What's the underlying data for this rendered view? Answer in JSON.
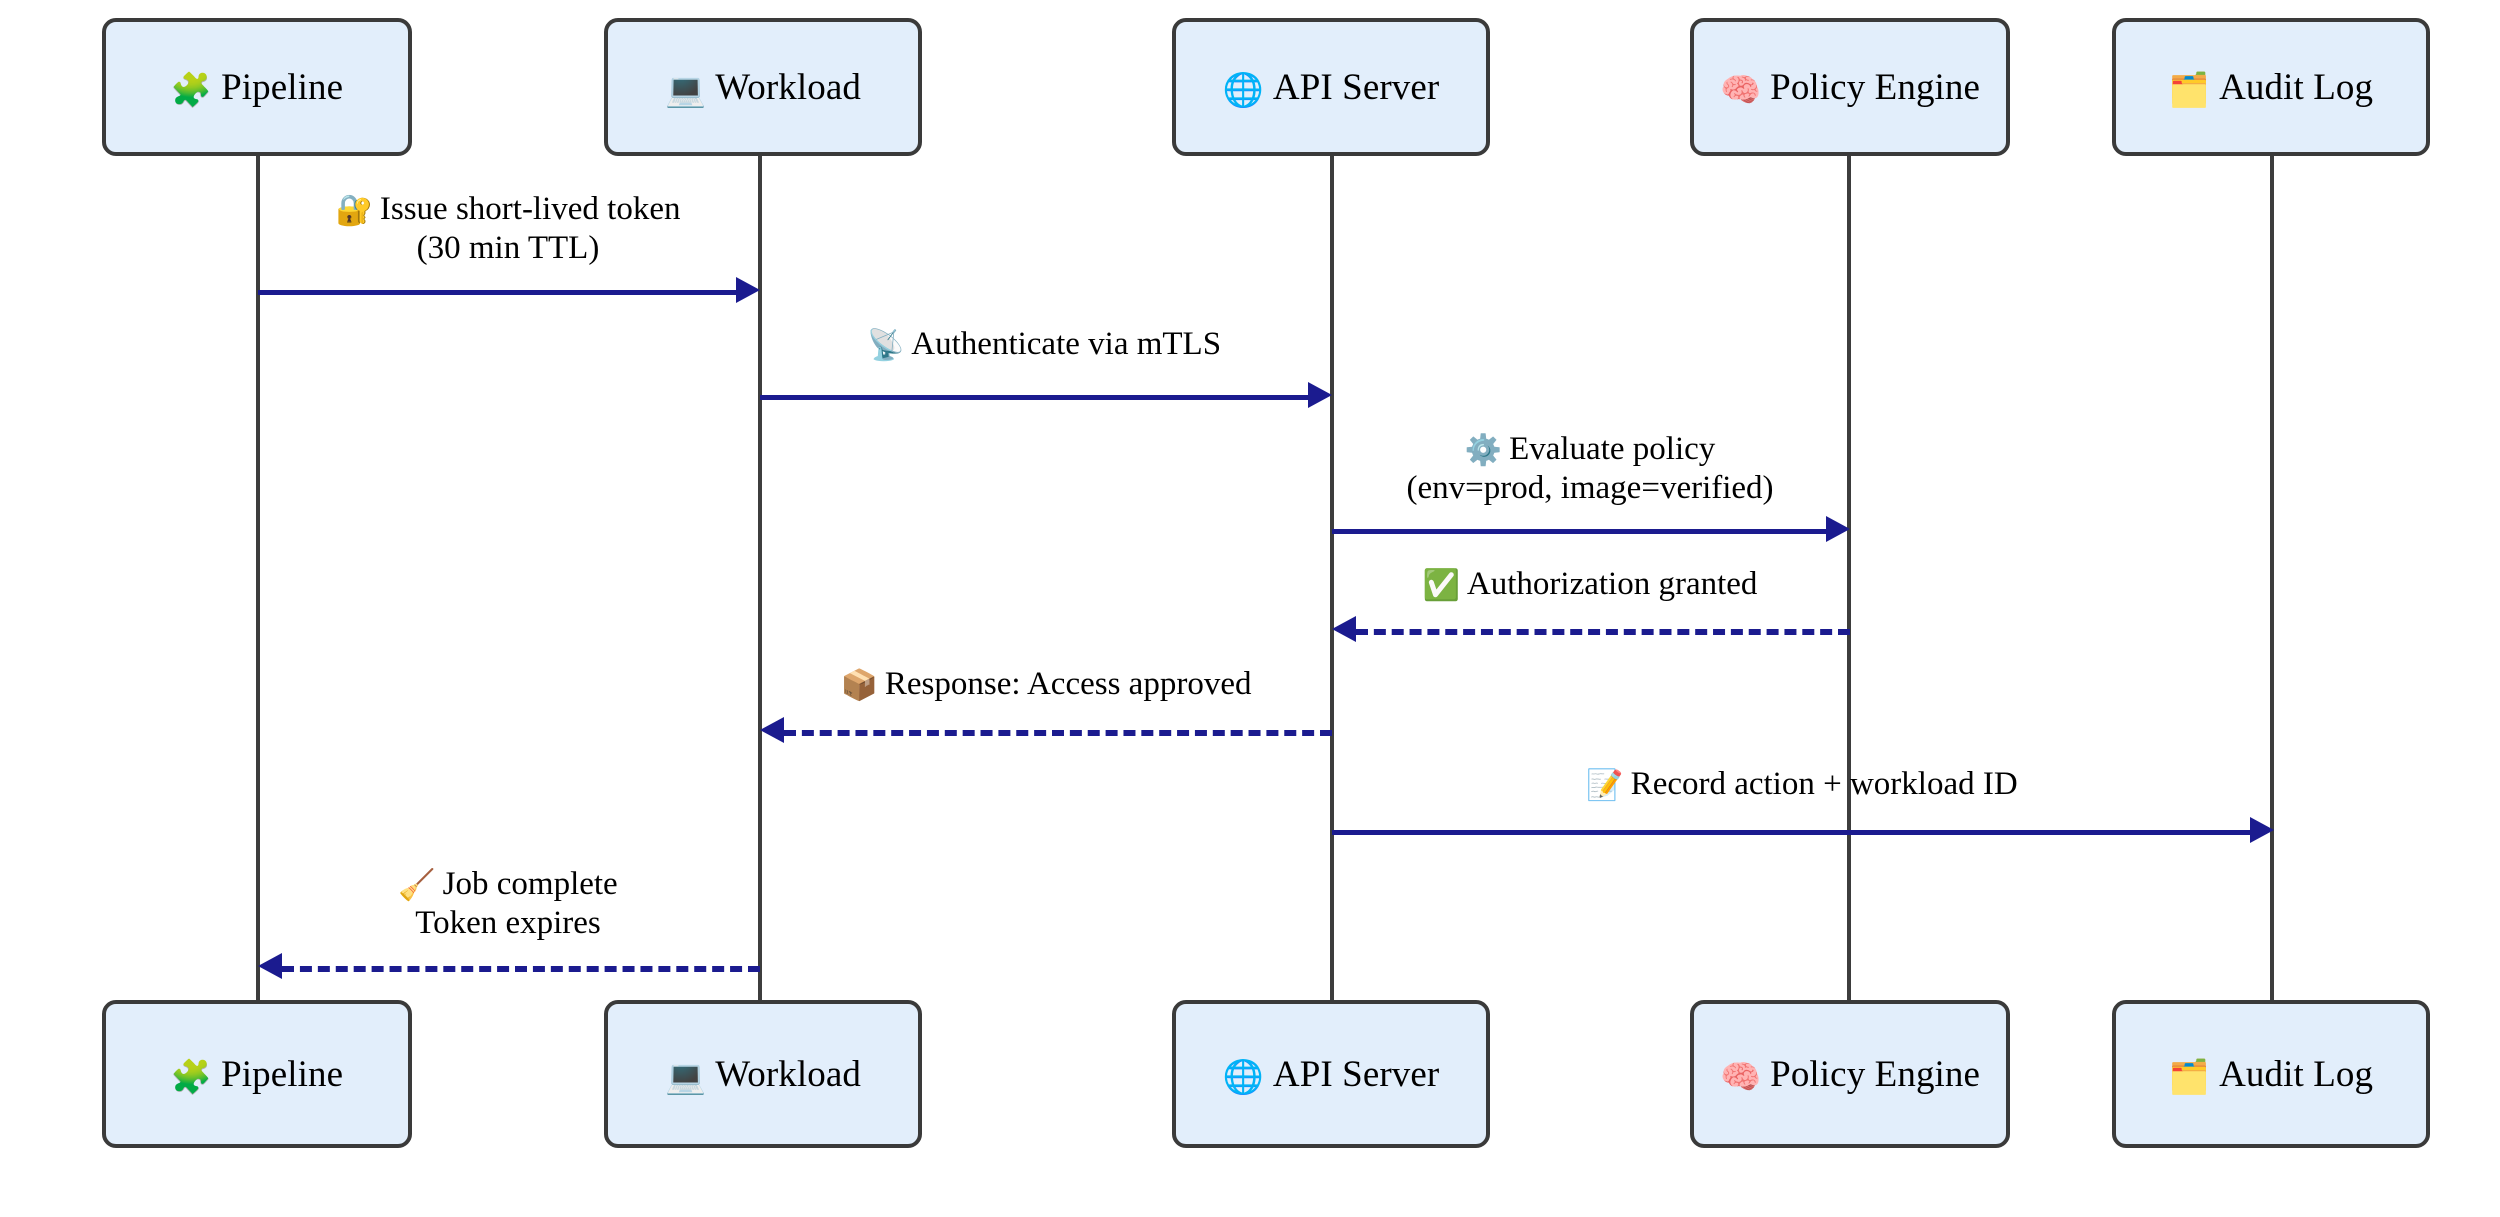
{
  "diagram": {
    "type": "sequence-diagram",
    "title": "",
    "colors": {
      "actor_fill": "#e2eefb",
      "actor_border": "#3a3a3a",
      "lifeline": "#3d3d3d",
      "arrow": "#1b1b8f",
      "text": "#000000",
      "background": "#ffffff"
    }
  },
  "actors": [
    {
      "id": "pipeline",
      "label": "Pipeline",
      "emoji": "🧩",
      "icon_name": "puzzle-piece-icon"
    },
    {
      "id": "workload",
      "label": "Workload",
      "emoji": "💻",
      "icon_name": "laptop-icon"
    },
    {
      "id": "api_server",
      "label": "API Server",
      "emoji": "🌐",
      "icon_name": "globe-icon"
    },
    {
      "id": "policy_engine",
      "label": "Policy Engine",
      "emoji": "🧠",
      "icon_name": "brain-icon"
    },
    {
      "id": "audit_log",
      "label": "Audit Log",
      "emoji": "🗂️",
      "icon_name": "card-index-dividers-icon"
    }
  ],
  "messages": [
    {
      "seq": 1,
      "from": "pipeline",
      "to": "workload",
      "style": "solid",
      "direction": "right",
      "emoji": "🔐",
      "icon_name": "locked-with-key-icon",
      "line1": "Issue short-lived token",
      "line2": "(30 min TTL)"
    },
    {
      "seq": 2,
      "from": "workload",
      "to": "api_server",
      "style": "solid",
      "direction": "right",
      "emoji": "📡",
      "icon_name": "satellite-antenna-icon",
      "line1": "Authenticate via mTLS",
      "line2": ""
    },
    {
      "seq": 3,
      "from": "api_server",
      "to": "policy_engine",
      "style": "solid",
      "direction": "right",
      "emoji": "⚙️",
      "icon_name": "gear-icon",
      "line1": "Evaluate policy",
      "line2": "(env=prod, image=verified)"
    },
    {
      "seq": 4,
      "from": "policy_engine",
      "to": "api_server",
      "style": "dashed",
      "direction": "left",
      "emoji": "✅",
      "icon_name": "check-mark-button-icon",
      "line1": "Authorization granted",
      "line2": ""
    },
    {
      "seq": 5,
      "from": "api_server",
      "to": "workload",
      "style": "dashed",
      "direction": "left",
      "emoji": "📦",
      "icon_name": "package-icon",
      "line1": "Response: Access approved",
      "line2": ""
    },
    {
      "seq": 6,
      "from": "api_server",
      "to": "audit_log",
      "style": "solid",
      "direction": "right",
      "emoji": "📝",
      "icon_name": "memo-icon",
      "line1": "Record action + workload ID",
      "line2": ""
    },
    {
      "seq": 7,
      "from": "workload",
      "to": "pipeline",
      "style": "dashed",
      "direction": "left",
      "emoji": "🧹",
      "icon_name": "broom-icon",
      "line1": "Job complete",
      "line2": "Token expires"
    }
  ]
}
